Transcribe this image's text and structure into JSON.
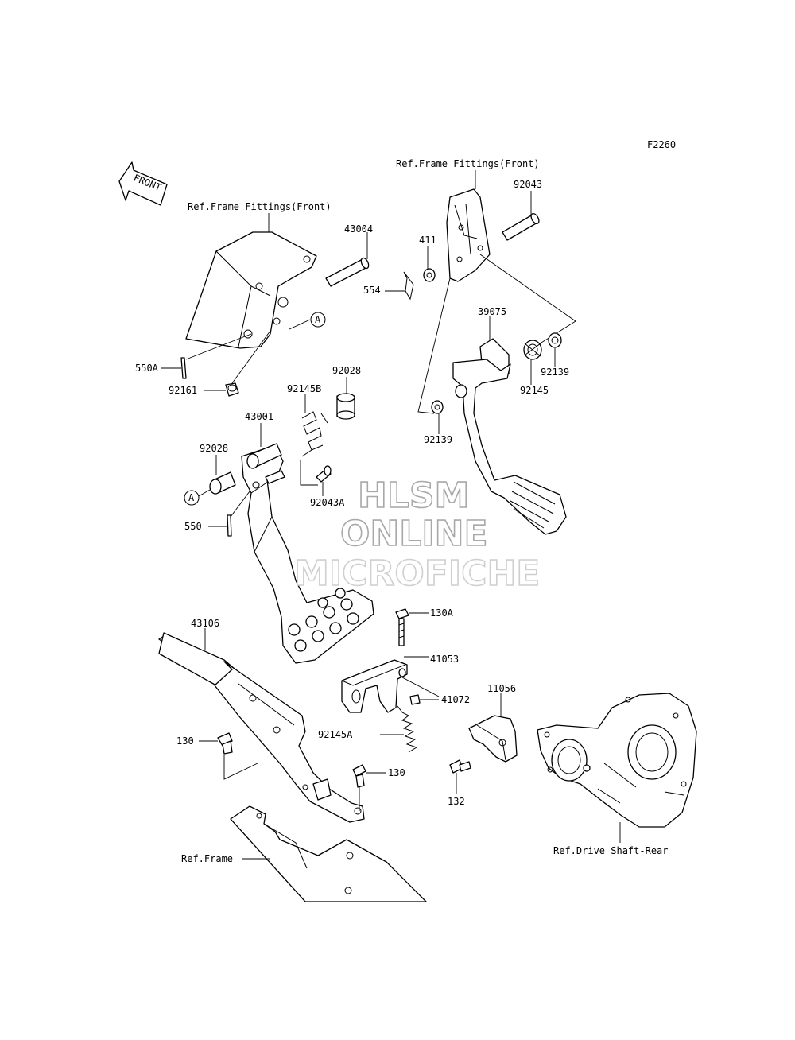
{
  "figure_id": "F2260",
  "front_arrow_label": "FRONT",
  "watermark": {
    "line1": "HLSM",
    "line2": "ONLINE",
    "line3": "MICROFICHE"
  },
  "callout_A": "A",
  "references": {
    "frame_fittings_front_right": "Ref.Frame Fittings(Front)",
    "frame_fittings_front_left": "Ref.Frame Fittings(Front)",
    "frame": "Ref.Frame",
    "drive_shaft_rear": "Ref.Drive Shaft-Rear"
  },
  "parts": {
    "p92043": "92043",
    "p411": "411",
    "p554": "554",
    "p43004": "43004",
    "p39075": "39075",
    "p92139_upper": "92139",
    "p92145": "92145",
    "p92139_lower": "92139",
    "p550A": "550A",
    "p92161": "92161",
    "p92028_upper": "92028",
    "p92145B": "92145B",
    "p43001": "43001",
    "p92028_left": "92028",
    "p92043A": "92043A",
    "p550": "550",
    "p130A": "130A",
    "p41053": "41053",
    "p41072": "41072",
    "p92145A": "92145A",
    "p11056": "11056",
    "p43106": "43106",
    "p130_left": "130",
    "p130_right": "130",
    "p132": "132"
  }
}
